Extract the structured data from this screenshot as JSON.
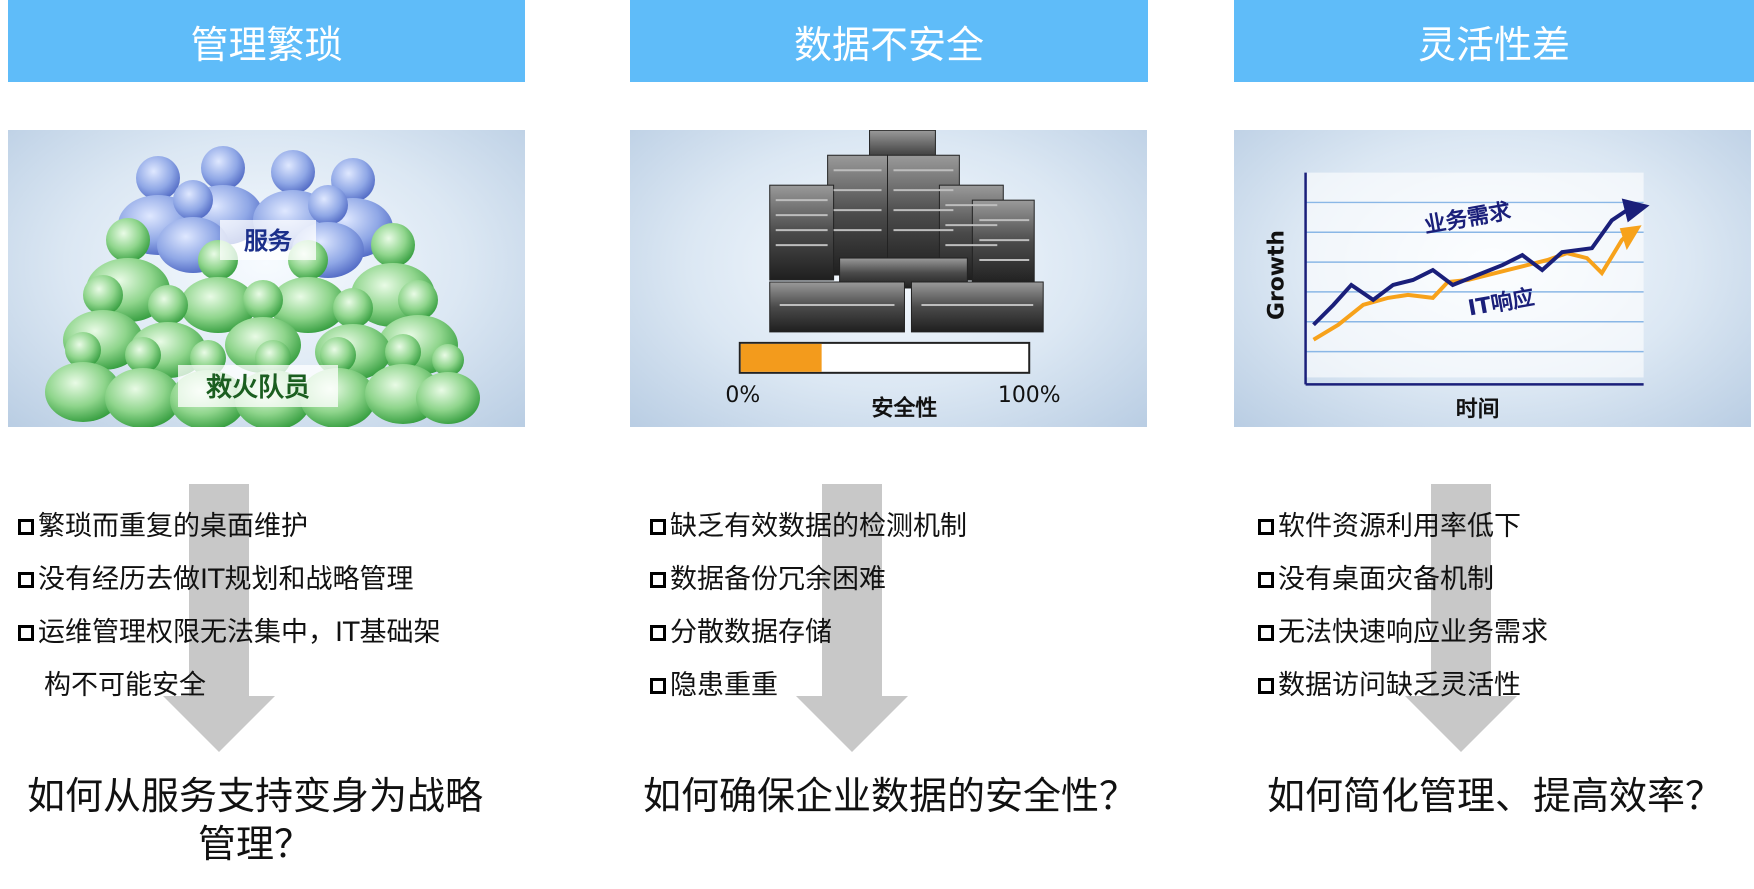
{
  "columns": [
    {
      "header": "管理繁琐",
      "illustration": {
        "label_top": "服务",
        "label_bottom": "救火队员"
      },
      "bullets": [
        "繁琐而重复的桌面维护",
        "没有经历去做IT规划和战略管理",
        "运维管理权限无法集中，IT基础架",
        "构不可能安全"
      ],
      "question": "如何从服务支持变身为战略管理？"
    },
    {
      "header": "数据不安全",
      "illustration": {
        "bar_min": "0%",
        "bar_max": "100%",
        "bar_label": "安全性",
        "bar_fill_fraction": 0.28,
        "bar_fill_color": "#f39b1c"
      },
      "bullets": [
        "缺乏有效数据的检测机制",
        "数据备份冗余困难",
        "分散数据存储",
        "隐患重重"
      ],
      "question": "如何确保企业数据的安全性？"
    },
    {
      "header": "灵活性差",
      "illustration": {
        "y_label": "Growth",
        "x_label": "时间",
        "series_a_label": "业务需求",
        "series_b_label": "IT响应",
        "series_a_color": "#1a1f7a",
        "series_b_color": "#f7a21b"
      },
      "bullets": [
        "软件资源利用率低下",
        "没有桌面灾备机制",
        "无法快速响应业务需求",
        "数据访问缺乏灵活性"
      ],
      "question": "如何简化管理、提高效率？"
    }
  ],
  "colors": {
    "header_bg": "#5fbcf9",
    "arrow": "#c8c8c8"
  }
}
